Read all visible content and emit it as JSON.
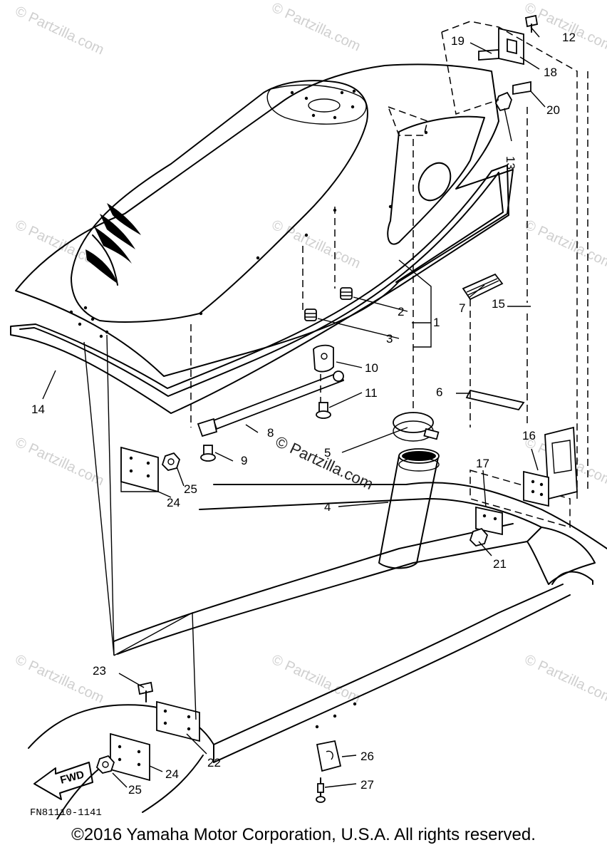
{
  "watermark": {
    "text": "© Partzilla.com",
    "center_text": "© Partzilla.com"
  },
  "figure_code": "FN81110-1141",
  "fwd_label": "FWD",
  "copyright": "©2016 Yamaha Motor Corporation, U.S.A. All rights reserved.",
  "callouts": [
    "1",
    "2",
    "3",
    "4",
    "5",
    "6",
    "7",
    "8",
    "9",
    "10",
    "11",
    "12",
    "13",
    "14",
    "15",
    "16",
    "17",
    "18",
    "19",
    "20",
    "21",
    "22",
    "23",
    "24",
    "24",
    "25",
    "25",
    "26",
    "27"
  ]
}
